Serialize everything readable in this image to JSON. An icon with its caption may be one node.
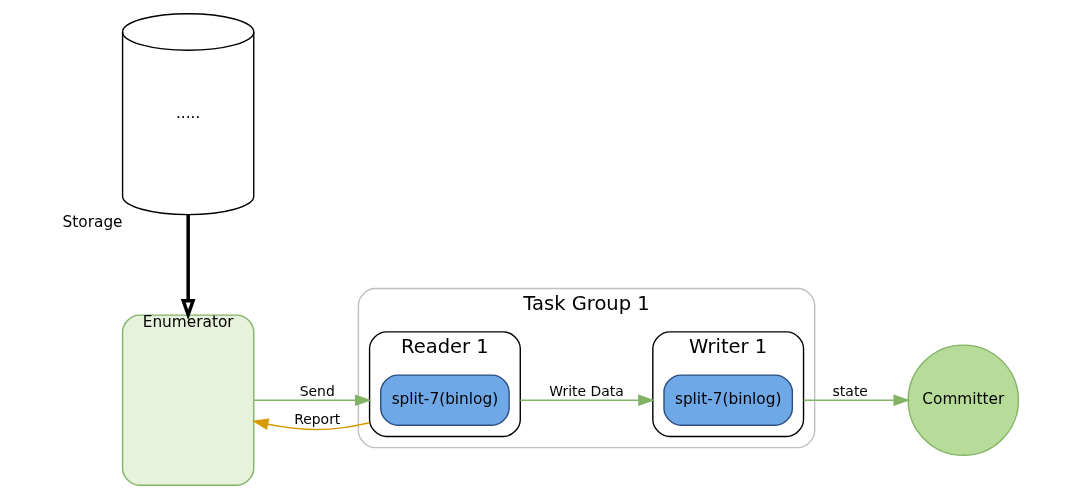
{
  "diagram": {
    "nodes": [
      {
        "text": [
          "....."
        ],
        "beside": [
          "Storage"
        ]
      },
      {
        "text": [
          "Enumerator"
        ]
      },
      {
        "text": [
          "Task Group 1"
        ]
      },
      {
        "text": [
          "Reader 1"
        ],
        "in": 2
      },
      {
        "text": [
          "split-7(binlog)"
        ],
        "in": 3
      },
      {
        "text": [
          "Writer 1"
        ],
        "in": 2
      },
      {
        "text": [
          "split-7(binlog)"
        ],
        "in": 5
      },
      {
        "text": [
          "Committer"
        ]
      }
    ],
    "edges": [
      {
        "from": 0,
        "to": 1,
        "arrow": "to",
        "style": "thick",
        "color": "#000000"
      },
      {
        "from": 1,
        "to": 3,
        "arrow": "to",
        "label": "Send"
      },
      {
        "from": 3,
        "to": 1,
        "arrow": "to",
        "label": "Report",
        "color": "#d79b00"
      },
      {
        "from": 3,
        "to": 5,
        "arrow": "to",
        "label": "Write Data"
      },
      {
        "from": 5,
        "to": 7,
        "arrow": "to",
        "label": "state"
      }
    ]
  }
}
